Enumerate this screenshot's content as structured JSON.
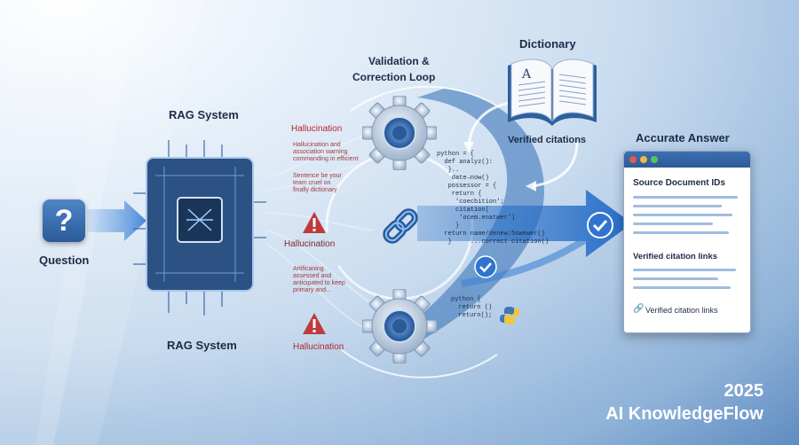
{
  "labels": {
    "question": "Question",
    "rag_top": "RAG System",
    "rag_bottom": "RAG System",
    "loop_title_1": "Validation &",
    "loop_title_2": "Correction Loop",
    "dictionary": "Dictionary",
    "verified_citations": "Verified citations",
    "accurate_answer": "Accurate Answer",
    "source_ids": "Source Document IDs",
    "verified_links_1": "Verified citation links",
    "verified_links_2": "Verified citation links",
    "year": "2025",
    "brand": "AI KnowledgeFlow",
    "question_glyph": "?"
  },
  "hallucinations": {
    "top": "Hallucination",
    "middle": "Hallucination",
    "bottom": "Hallucination",
    "note_1": "Hallucination and\nassociation warning\ncommanding in efficient",
    "note_2": "Sentence be your\nteam cruel on\nfinally dictionary",
    "note_3": "Artificaning\nassessed and\nanticipated to keep\nprimary and..."
  },
  "code": {
    "block_1": "python = {\n  def analyz():\n   }..\n    date→now()\n   possessor = {\n    return {\n     'coecbition';\n     citation(\n      'ocem.enatwer')\n     }\n  return name/denew:5owewer()\n   }     ...correct citation()",
    "block_2": "python {\n  return ()\n  return();"
  },
  "icons": [
    "question-icon",
    "chip-icon",
    "gear-icon",
    "link-icon",
    "warning-icon",
    "book-icon",
    "check-icon",
    "python-icon"
  ],
  "colors": {
    "accent": "#2f6db5",
    "hallucination_red": "#b3272b",
    "text_dark": "#1d2b47",
    "check_blue": "#2f74d0"
  }
}
